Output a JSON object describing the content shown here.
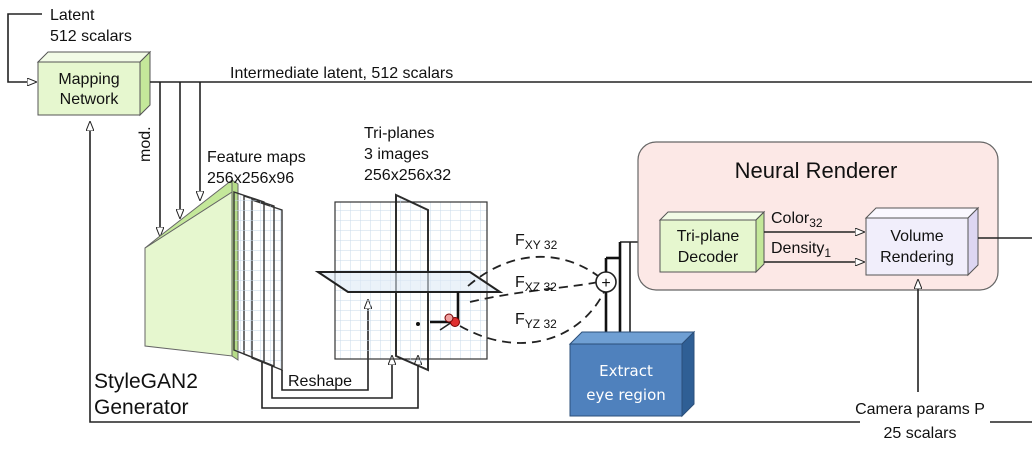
{
  "inputs": {
    "latent_line1": "Latent",
    "latent_line2": "512 scalars",
    "intermediate_latent": "Intermediate latent, 512 scalars",
    "mod": "mod.",
    "camera_line1": "Camera params P",
    "camera_line2": "25 scalars"
  },
  "mapping_network": {
    "line1": "Mapping",
    "line2": "Network"
  },
  "feature_maps": {
    "line1": "Feature maps",
    "line2": "256x256x96"
  },
  "triplanes": {
    "line1": "Tri-planes",
    "line2": "3 images",
    "line3": "256x256x32"
  },
  "generator": {
    "line1": "StyleGAN2",
    "line2": "Generator"
  },
  "reshape": "Reshape",
  "features": {
    "xy_main": "F",
    "xy_sub": "XY 32",
    "xz_main": "F",
    "xz_sub": "XZ 32",
    "yz_main": "F",
    "yz_sub": "YZ 32",
    "sum_symbol": "+"
  },
  "extract": {
    "line1": "Extract",
    "line2": "eye region",
    "color": "#4f81bd"
  },
  "neural_renderer": {
    "title": "Neural Renderer",
    "bg_color": "#fce8e6",
    "decoder_line1": "Tri-plane",
    "decoder_line2": "Decoder",
    "color_main": "Color",
    "color_sub": "32",
    "density_main": "Density",
    "density_sub": "1",
    "volume_line1": "Volume",
    "volume_line2": "Rendering"
  },
  "colors": {
    "green_box": "#e6f7cf",
    "green_side": "#c4e89a",
    "lavender": "#f1eefb",
    "grid": "#c7d8ea"
  }
}
